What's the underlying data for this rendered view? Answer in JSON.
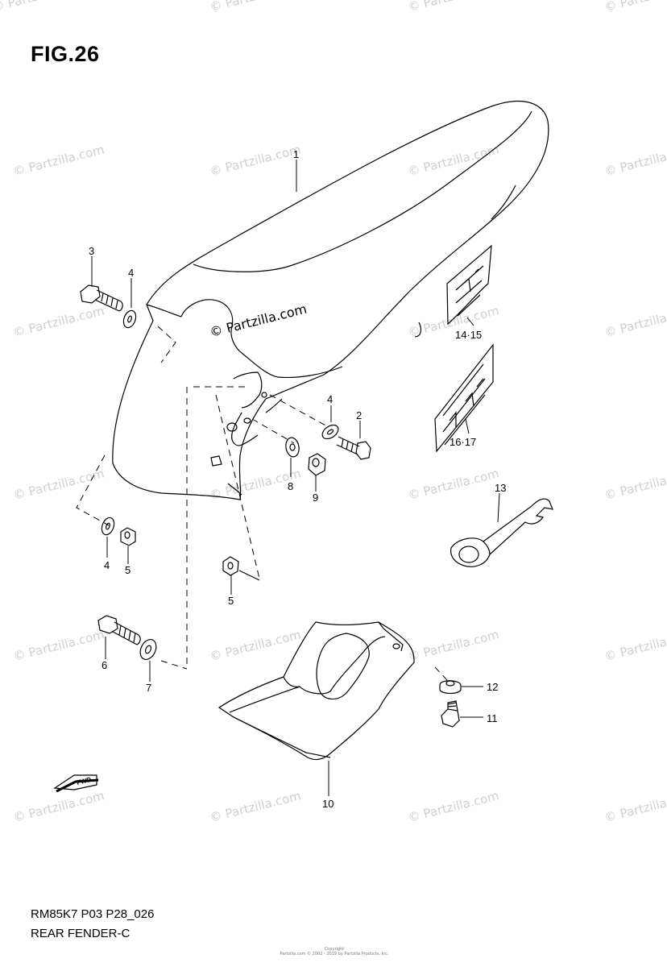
{
  "figure": {
    "title": "FIG.26",
    "code": "RM85K7 P03 P28_026",
    "name": "REAR FENDER-C",
    "copyright_line1": "Copyright",
    "copyright_line2": "Partzilla.com © 2002 - 2019 by Partzilla Products, Inc.",
    "fwd_label": "FWD"
  },
  "watermark": {
    "text": "© Partzilla.com",
    "center_text": "© Partzilla.com"
  },
  "callouts": {
    "c1": "1",
    "c2": "2",
    "c3": "3",
    "c4a": "4",
    "c4b": "4",
    "c4c": "4",
    "c5a": "5",
    "c5b": "5",
    "c6": "6",
    "c7": "7",
    "c8": "8",
    "c9": "9",
    "c10": "10",
    "c11": "11",
    "c12": "12",
    "c13": "13",
    "c14_15": "14·15",
    "c16_17": "16·17"
  },
  "colors": {
    "line": "#000000",
    "watermark": "#cfcfcf",
    "background": "#ffffff"
  }
}
